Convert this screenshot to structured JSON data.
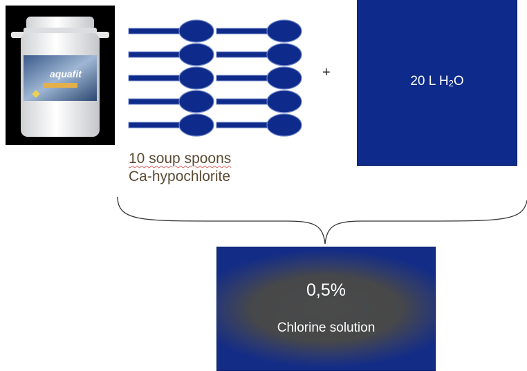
{
  "product": {
    "brand_text": "aquafit"
  },
  "spoons": {
    "count": 10,
    "color": "#0e2a8a",
    "label_line1": "10 soup spoons",
    "label_line2": "Ca-hypochlorite"
  },
  "operator": "+",
  "water": {
    "label": "20 L H2O",
    "color": "#0e2a8a"
  },
  "result": {
    "value": "0,5%",
    "caption": "Chlorine solution"
  }
}
